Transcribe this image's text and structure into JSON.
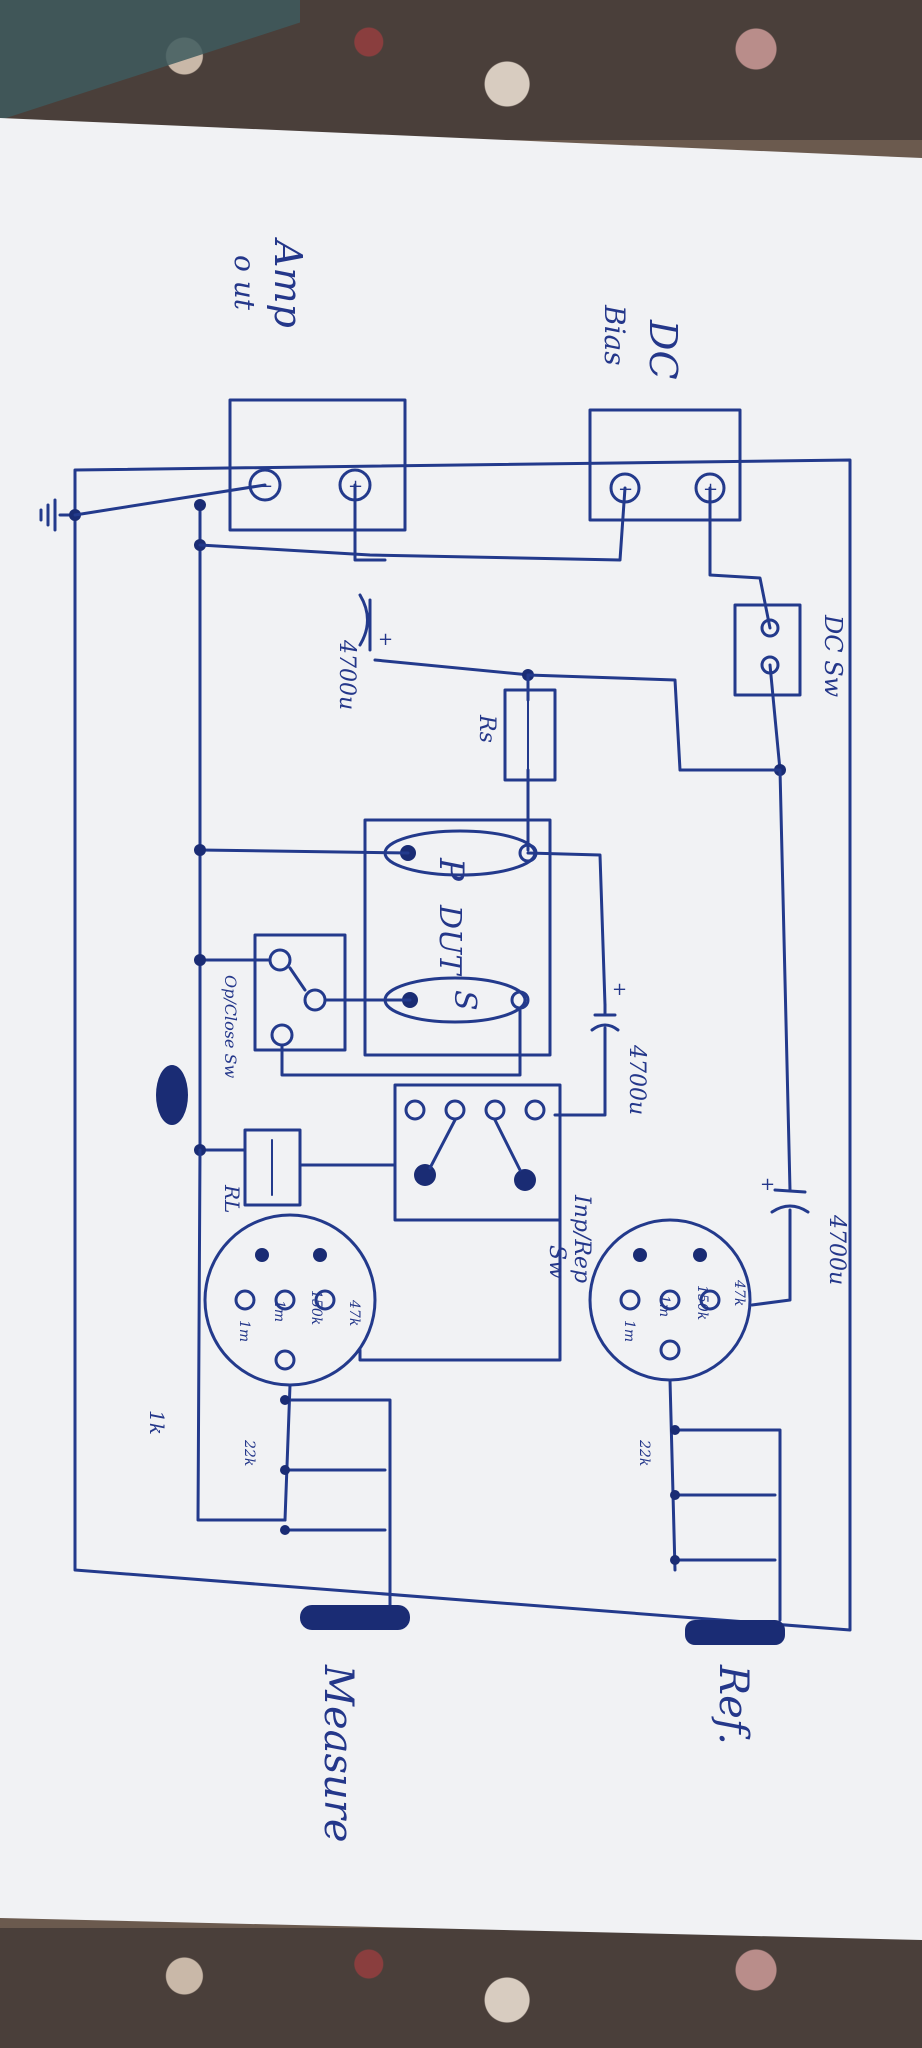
{
  "labels": {
    "amp": "Amp",
    "amp_out": "o ut",
    "dc": "DC",
    "bias": "Bias",
    "dc_sw": "DC Sw",
    "rs": "Rs",
    "cap_main": "4700u",
    "cap_dut": "4700u",
    "cap_ref": "4700u",
    "p": "P",
    "dut": "DUT",
    "s": "S",
    "op_close_sw": "Op/Close Sw",
    "rl": "RL",
    "inp_rep_sw": "Inp/Rep",
    "sw": "Sw",
    "r47k_m": "47k",
    "r150k_m": "150k",
    "r1m_m": "1m",
    "r1m2_m": "1m",
    "r47k_r": "47k",
    "r150k_r": "150k",
    "r1m_r": "1m",
    "r1m2_r": "1m",
    "r22k_m": "22k",
    "r22k_r": "22k",
    "r1k": "1k",
    "measure": "Measure",
    "ref": "Ref.",
    "plus": "+",
    "minus": "−"
  },
  "colors": {
    "ink": "#233a8c",
    "paper": "#f1f2f4"
  }
}
